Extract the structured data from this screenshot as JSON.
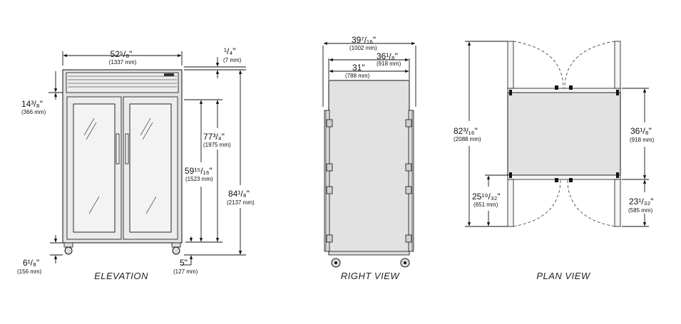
{
  "views": {
    "elevation": {
      "label": "ELEVATION"
    },
    "right": {
      "label": "RIGHT VIEW"
    },
    "plan": {
      "label": "PLAN VIEW"
    }
  },
  "dimensions": {
    "elev_width": {
      "main": "52⁵/₈\"",
      "mm": "(1337 mm)"
    },
    "elev_top": {
      "main": "¹/₄\"",
      "mm": "(7 mm)"
    },
    "elev_header": {
      "main": "14³/₈\"",
      "mm": "(366 mm)"
    },
    "elev_door_h": {
      "main": "77³/₄\"",
      "mm": "(1975 mm)"
    },
    "elev_glass_h": {
      "main": "59¹⁵/₁₆\"",
      "mm": "(1523 mm)"
    },
    "elev_total_h": {
      "main": "84¹/₈\"",
      "mm": "(2137 mm)"
    },
    "elev_leg": {
      "main": "6¹/₈\"",
      "mm": "(156 mm)"
    },
    "elev_floor": {
      "main": "5\"",
      "mm": "(127 mm)"
    },
    "right_overall": {
      "main": "39⁷/₁₆\"",
      "mm": "(1002 mm)"
    },
    "right_body": {
      "main": "36¹/₈\"",
      "mm": "(918 mm)"
    },
    "right_inner": {
      "main": "31\"",
      "mm": "(788 mm)"
    },
    "plan_swing": {
      "main": "82³/₁₆\"",
      "mm": "(2088 mm)"
    },
    "plan_depth": {
      "main": "36¹/₈\"",
      "mm": "(918 mm)"
    },
    "plan_left_clear": {
      "main": "25¹⁹/₃₂\"",
      "mm": "(651 mm)"
    },
    "plan_right_clear": {
      "main": "23¹/₃₂\"",
      "mm": "(585 mm)"
    }
  }
}
